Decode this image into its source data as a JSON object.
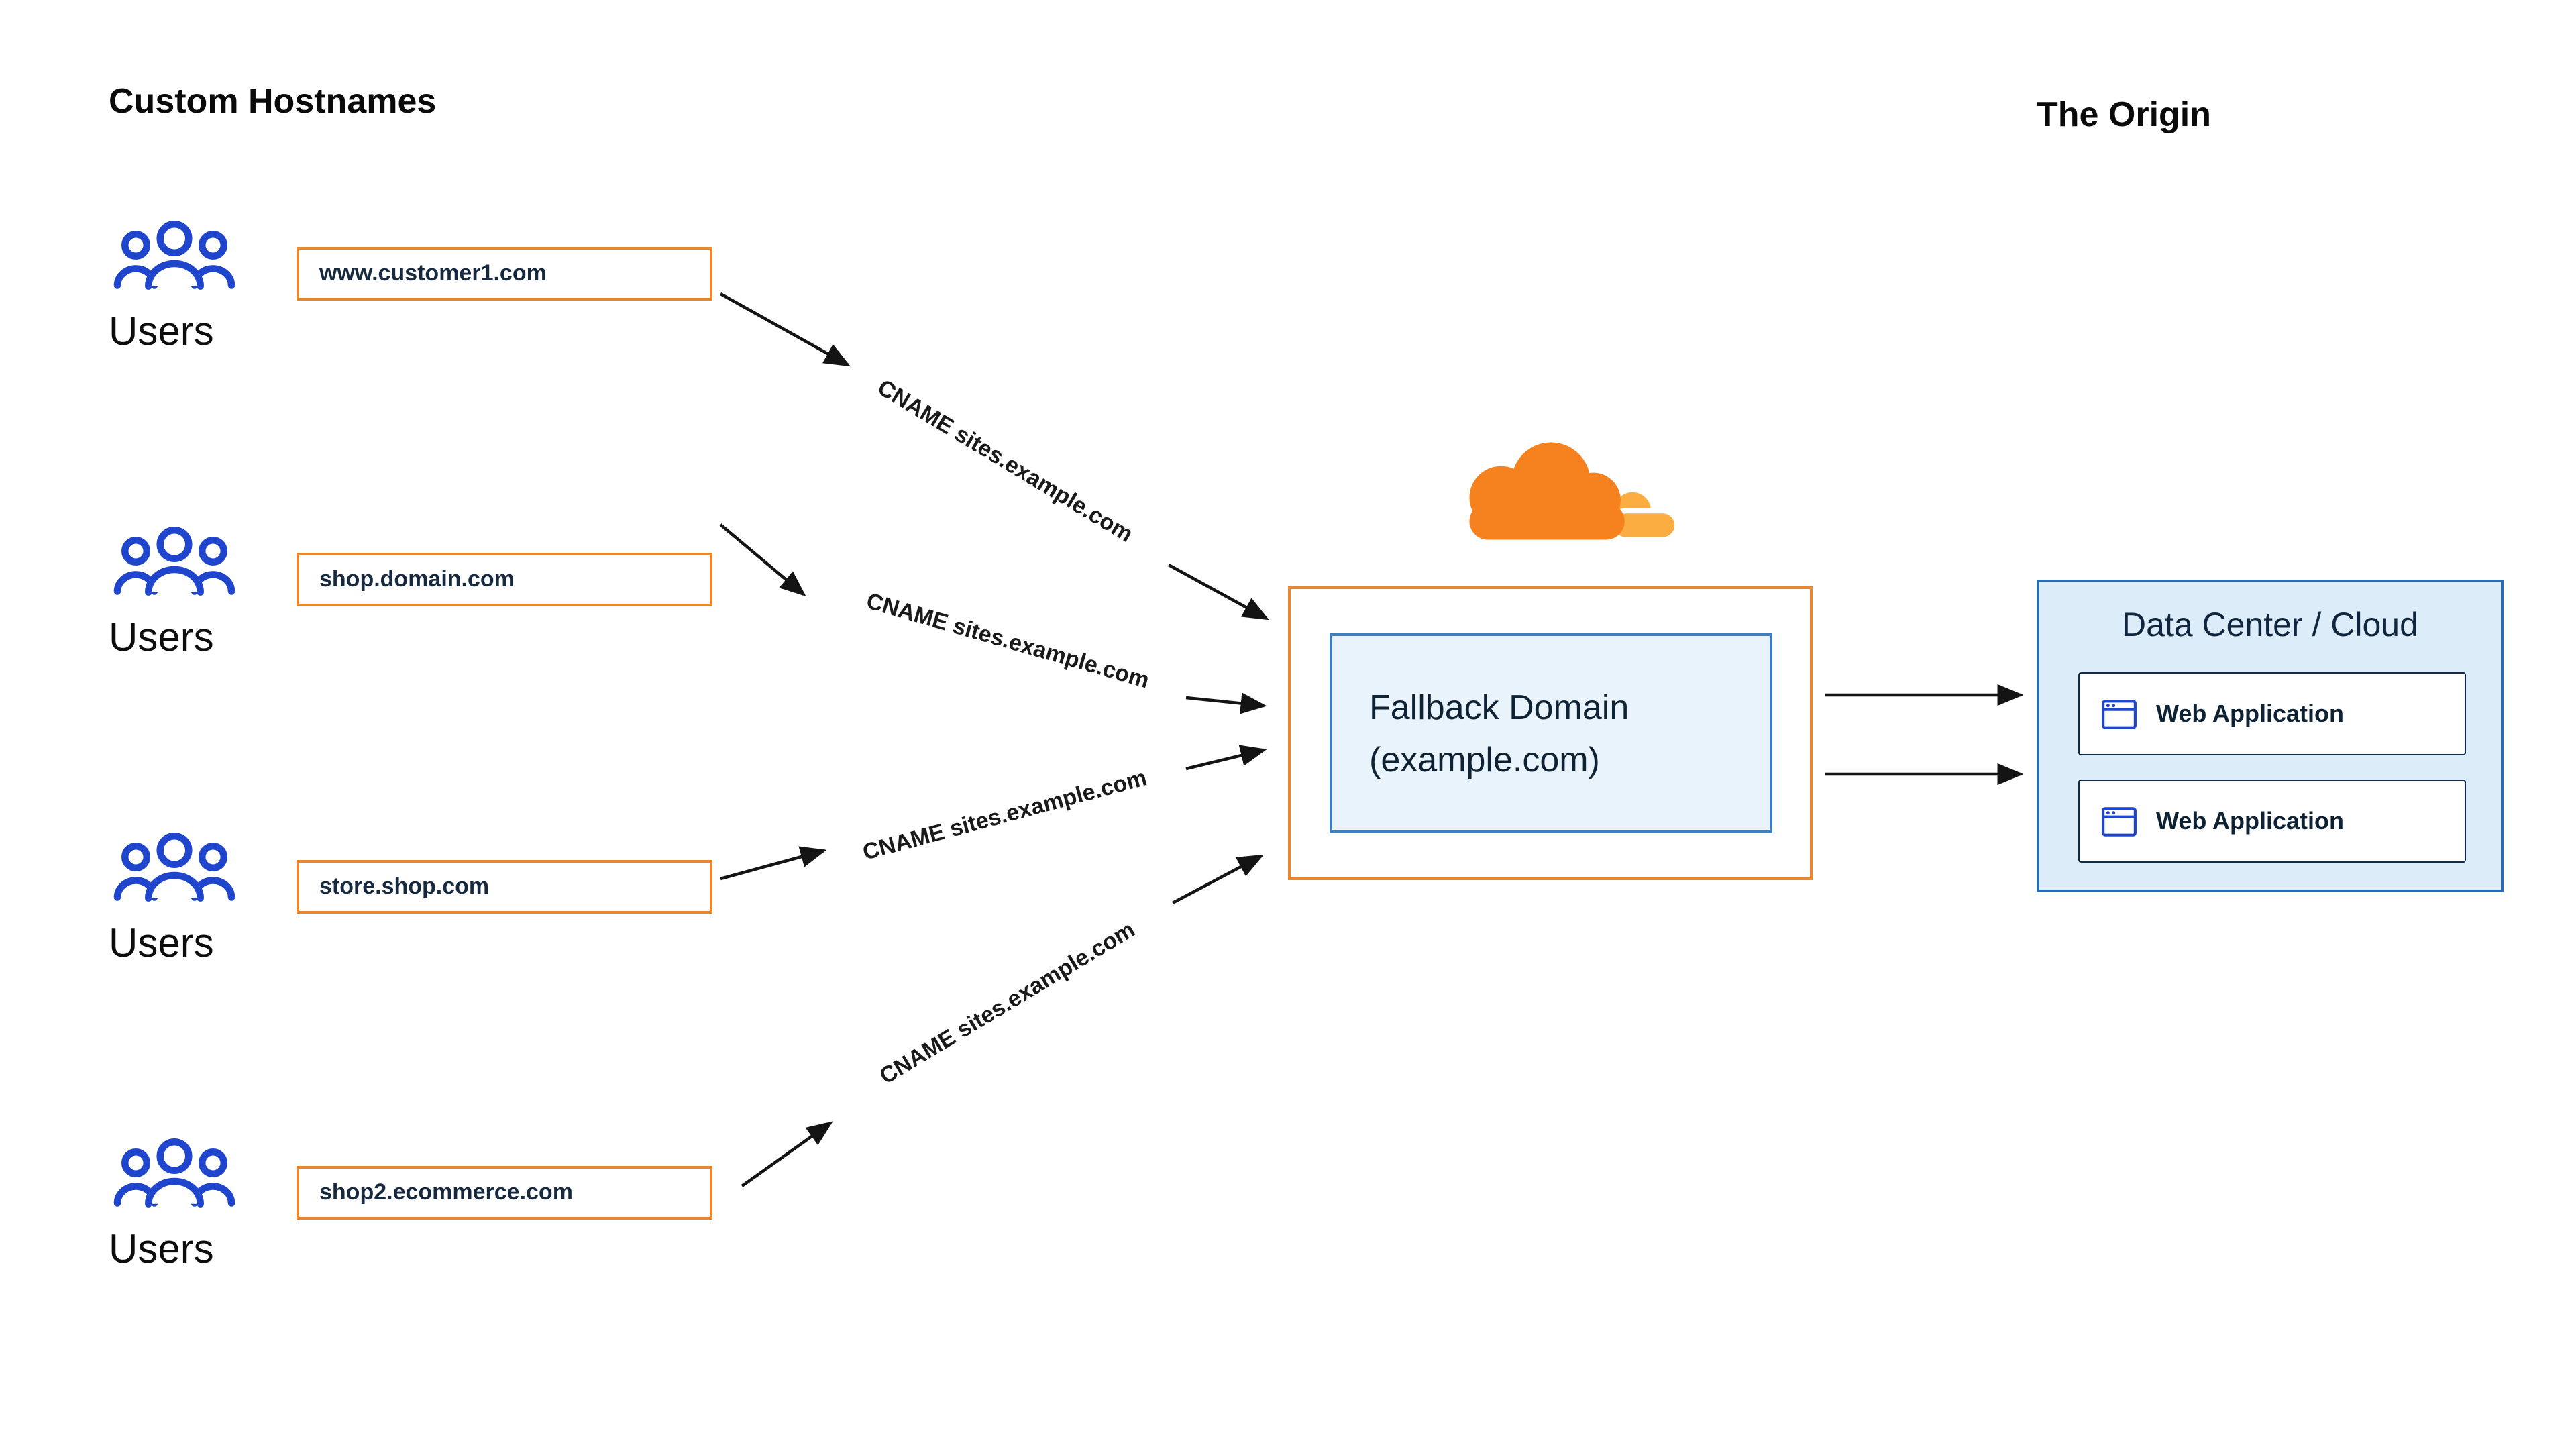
{
  "titles": {
    "left": "Custom Hostnames",
    "right": "The Origin"
  },
  "groups": [
    {
      "users_label": "Users",
      "hostname": "www.customer1.com",
      "cname": "CNAME sites.example.com"
    },
    {
      "users_label": "Users",
      "hostname": "shop.domain.com",
      "cname": "CNAME sites.example.com"
    },
    {
      "users_label": "Users",
      "hostname": "store.shop.com",
      "cname": "CNAME sites.example.com"
    },
    {
      "users_label": "Users",
      "hostname": "shop2.ecommerce.com",
      "cname": "CNAME sites.example.com"
    }
  ],
  "cloudflare": {
    "fallback_line1": "Fallback Domain",
    "fallback_line2": "(example.com)"
  },
  "origin": {
    "box_title": "Data Center / Cloud",
    "apps": [
      {
        "label": "Web Application"
      },
      {
        "label": "Web Application"
      }
    ]
  },
  "colors": {
    "hostname_border": "#E8872E",
    "users_blue": "#1F45CC",
    "fallback_fill": "#E8F3FB",
    "fallback_border": "#3D7FC1",
    "datacenter_fill": "#DCEDF9",
    "datacenter_border": "#2B6CB0",
    "cloud_orange": "#F6821F",
    "cloud_light_orange": "#FBAD41",
    "arrow": "#141414"
  }
}
